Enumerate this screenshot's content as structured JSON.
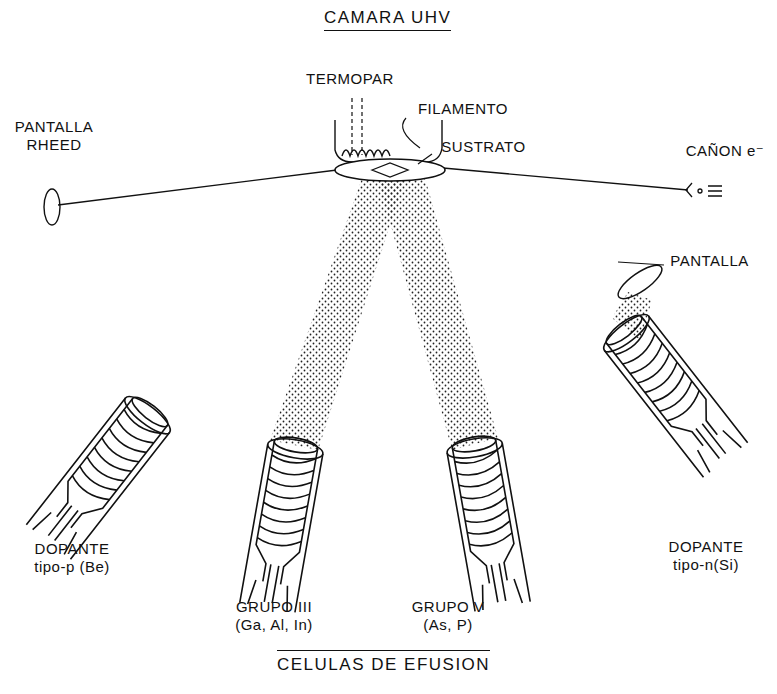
{
  "diagram": {
    "title": "CAMARA UHV",
    "caption": "CELULAS DE EFUSION",
    "labels": [
      "TERMOPAR",
      "FILAMENTO",
      "SUSTRATO",
      "PANTALLA RHEED",
      "CAÑON e⁻",
      "PANTALLA",
      "DOPANTE tipo-p (Be)",
      "GRUPO III (Ga, Al, In)",
      "GRUPO V (As, P)",
      "DOPANTE tipo-n(Si)"
    ]
  }
}
